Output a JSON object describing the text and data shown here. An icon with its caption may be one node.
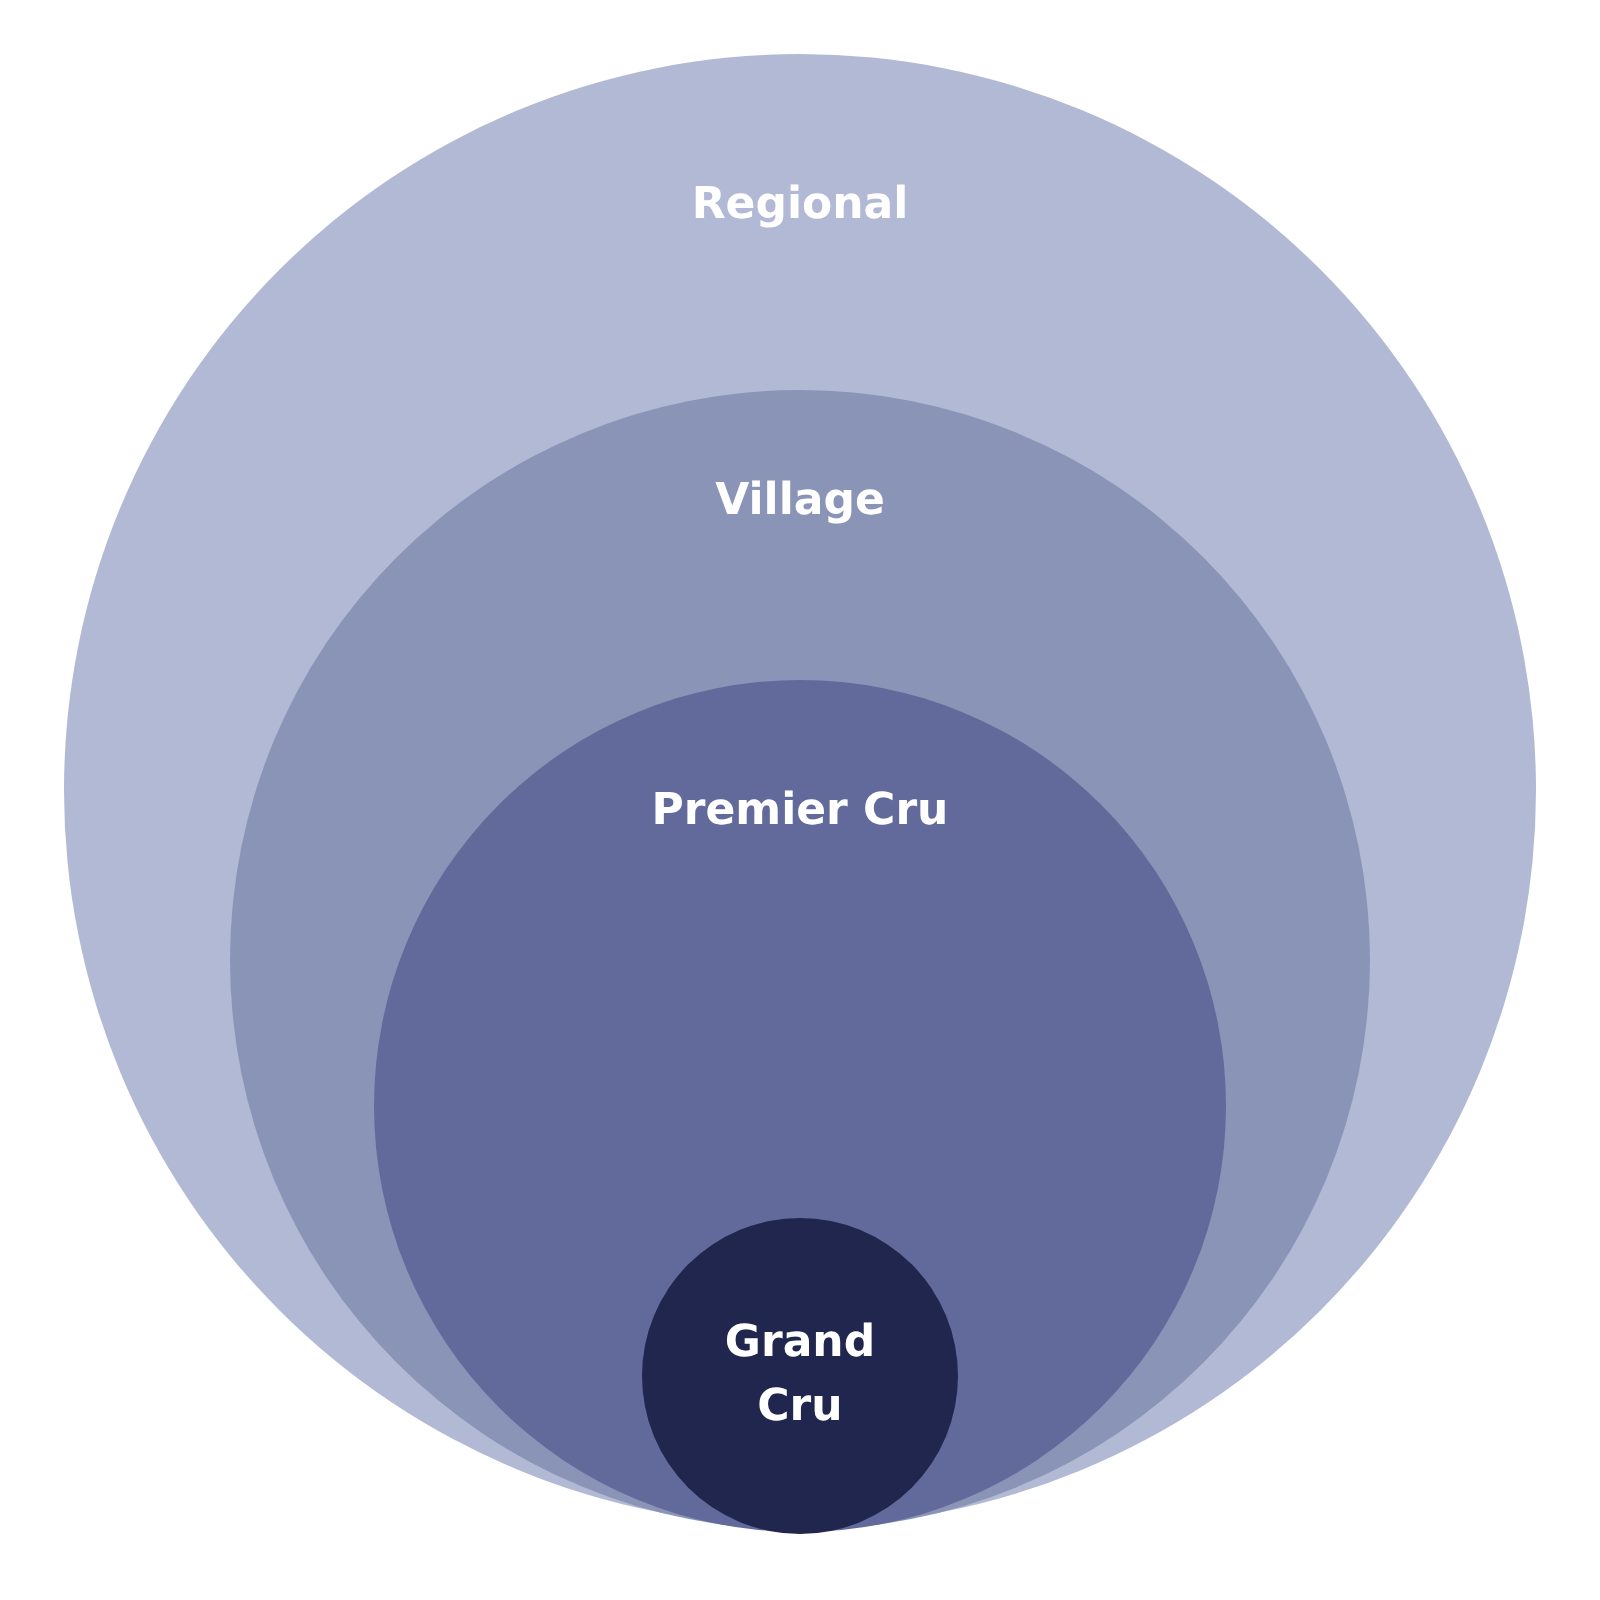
{
  "diagram": {
    "nodes": [
      {
        "text": [
          "Regional"
        ]
      },
      {
        "text": [
          "Village"
        ],
        "in": 0
      },
      {
        "text": [
          "Premier Cru"
        ],
        "in": 1
      },
      {
        "text": [
          "Grand Cru"
        ],
        "in": 2
      }
    ]
  }
}
